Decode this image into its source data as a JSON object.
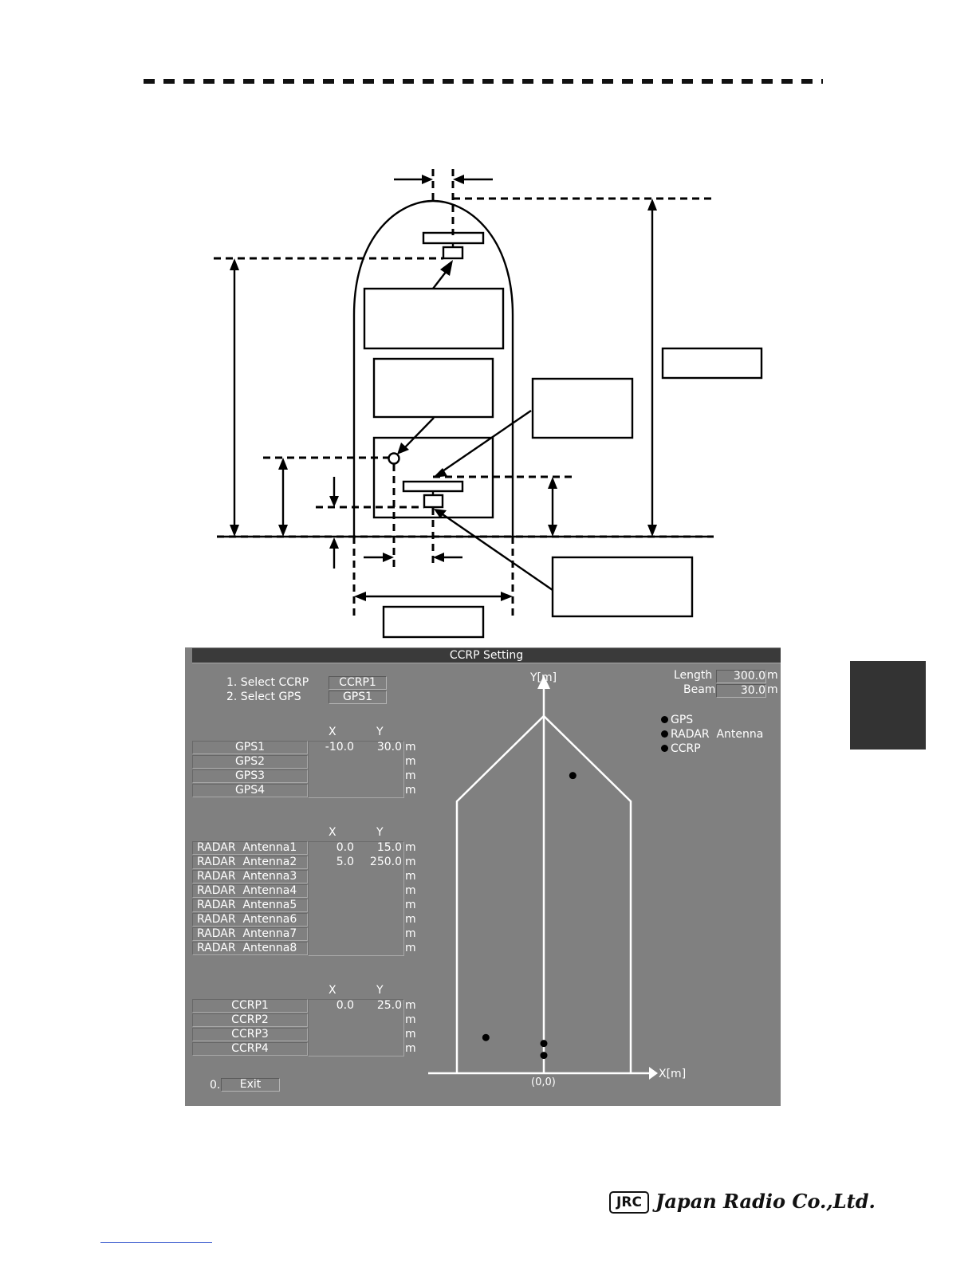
{
  "screen": {
    "title": "CCRP Setting",
    "select_ccrp_label": "1. Select CCRP",
    "select_ccrp_value": "CCRP1",
    "select_gps_label": "2. Select GPS",
    "select_gps_value": "GPS1",
    "length_label": "Length",
    "length_value": "300.0",
    "beam_label": "Beam",
    "beam_value": "30.0",
    "unit": "m",
    "col_x": "X",
    "col_y": "Y",
    "gps_rows": [
      {
        "label": "GPS1",
        "x": "-10.0",
        "y": "30.0"
      },
      {
        "label": "GPS2",
        "x": "",
        "y": ""
      },
      {
        "label": "GPS3",
        "x": "",
        "y": ""
      },
      {
        "label": "GPS4",
        "x": "",
        "y": ""
      }
    ],
    "antenna_rows": [
      {
        "label": "RADAR  Antenna1",
        "x": "0.0",
        "y": "15.0"
      },
      {
        "label": "RADAR  Antenna2",
        "x": "5.0",
        "y": "250.0"
      },
      {
        "label": "RADAR  Antenna3",
        "x": "",
        "y": ""
      },
      {
        "label": "RADAR  Antenna4",
        "x": "",
        "y": ""
      },
      {
        "label": "RADAR  Antenna5",
        "x": "",
        "y": ""
      },
      {
        "label": "RADAR  Antenna6",
        "x": "",
        "y": ""
      },
      {
        "label": "RADAR  Antenna7",
        "x": "",
        "y": ""
      },
      {
        "label": "RADAR  Antenna8",
        "x": "",
        "y": ""
      }
    ],
    "ccrp_rows": [
      {
        "label": "CCRP1",
        "x": "0.0",
        "y": "25.0"
      },
      {
        "label": "CCRP2",
        "x": "",
        "y": ""
      },
      {
        "label": "CCRP3",
        "x": "",
        "y": ""
      },
      {
        "label": "CCRP4",
        "x": "",
        "y": ""
      }
    ],
    "exit_number": "0.",
    "exit_label": "Exit",
    "legend": [
      "GPS",
      "RADAR  Antenna",
      "CCRP"
    ],
    "plot": {
      "y_axis_label": "Y[m]",
      "x_axis_label": "X[m]",
      "origin_label": "(0,0)",
      "marker_color": "#000000"
    }
  },
  "company_logo": {
    "mark": "JRC",
    "name": "Japan Radio Co.,Ltd."
  }
}
